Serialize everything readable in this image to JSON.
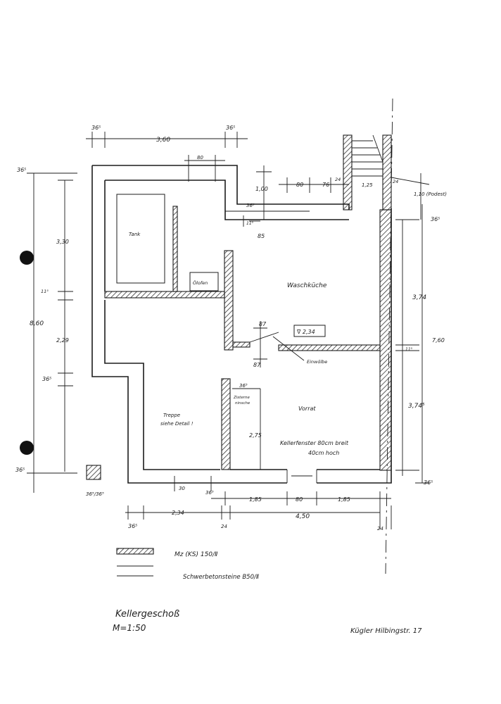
{
  "drawing": {
    "title": "Kellergeschoß",
    "scale": "M=1:50",
    "address": "Kügler Hilbingstr. 17"
  },
  "rooms": {
    "tank": "Tank",
    "boiler": "Ölofen",
    "laundry": "Waschküche",
    "pantry": "Vorrat",
    "stairs_line1": "Treppe",
    "stairs_line2": "siehe Detail !",
    "small_niche_line1": "Zisterne",
    "small_niche_line2": "ninsche",
    "window_note_line1": "Kellerfenster 80cm breit",
    "window_note_line2": "40cm hoch",
    "level_mark": "∇ 2,34",
    "drain": "Einwölbe"
  },
  "legend": {
    "hatched": "Mz (KS) 150/Ⅱ",
    "plain": "Schwerbetonsteine B50/Ⅱ"
  },
  "dims": {
    "top_365_left": "36⁵",
    "top_360": "3,60",
    "top_365_right": "36⁵",
    "top_80": "80",
    "top_100": "1,00",
    "top_80b": "80",
    "top_76": "76",
    "top_24a": "24",
    "top_125": "1,25",
    "top_24b": "24",
    "podest": "1,10 (Podest)",
    "right_365": "36⁵",
    "mid_365": "36⁵",
    "mid_115": "11⁵",
    "mid_85": "85",
    "left_365_top": "36⁵",
    "left_330": "3,30",
    "left_115": "11⁵",
    "left_860": "8,60",
    "left_229": "2,29",
    "left_365_mid": "36⁵",
    "left_365_bot": "36⁵",
    "right_374": "3,74",
    "right_760": "7,60",
    "right_115": "11⁵",
    "right_3745": "3,74⁵",
    "right_365_bot": "36⁵",
    "door_87a": "87",
    "door_87b": "87",
    "niche_365": "36⁵",
    "h_275": "2,75",
    "pillar": "36⁵/36⁵",
    "bot_30": "30",
    "bot_365": "36⁵",
    "bot_185a": "1,85",
    "bot_80": "80",
    "bot_185b": "1,85",
    "bot_365b": "36⁵",
    "bot_234": "2,34",
    "bot_24a": "24",
    "bot_450": "4,50",
    "bot_24b": "24"
  }
}
